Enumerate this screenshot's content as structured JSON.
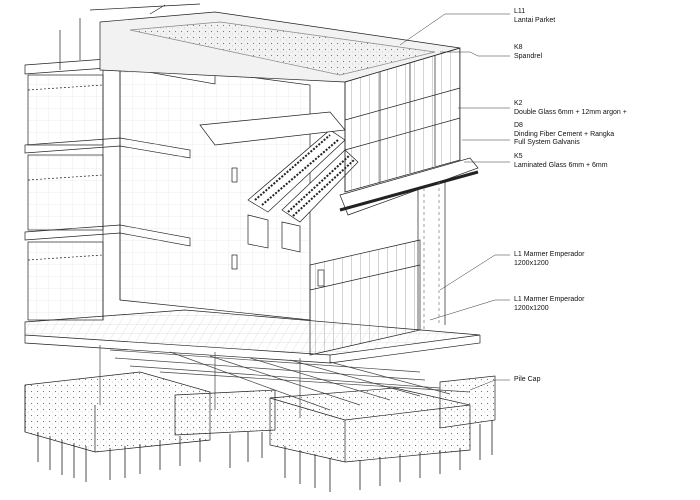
{
  "annotations": [
    {
      "code": "L11",
      "lines": [
        "Lantai Parket"
      ]
    },
    {
      "code": "K8",
      "lines": [
        "Spandrel"
      ]
    },
    {
      "code": "K2",
      "lines": [
        "Double Glass 6mm + 12mm argon +"
      ]
    },
    {
      "code": "D8",
      "lines": [
        "Dinding Fiber Cement + Rangka",
        "Full System Galvanis"
      ]
    },
    {
      "code": "K5",
      "lines": [
        "Laminated Glass 6mm + 6mm"
      ]
    },
    {
      "code": "L1 Marmer Emperador",
      "lines": [
        "1200x1200"
      ]
    },
    {
      "code": "L1 Marmer Emperador",
      "lines": [
        "1200x1200"
      ]
    },
    {
      "code": "Pile Cap",
      "lines": []
    }
  ],
  "colors": {
    "line": "#222222",
    "fill": "#ffffff",
    "hatch": "#9a9a9a",
    "glass": "#efefef"
  }
}
